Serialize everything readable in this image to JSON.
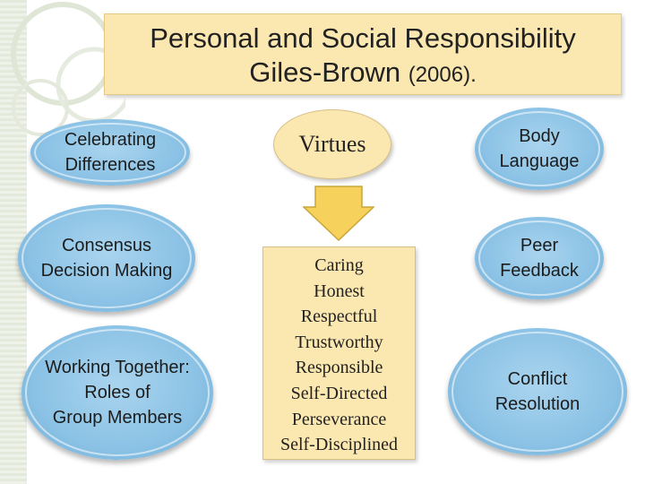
{
  "title": {
    "line1": "Personal and Social Responsibility",
    "line2": "Giles-Brown",
    "year": "(2006)."
  },
  "left_items": [
    "Celebrating\nDifferences",
    "Consensus\nDecision Making",
    "Working Together:\nRoles of\nGroup Members"
  ],
  "center": {
    "heading": "Virtues",
    "virtues": [
      "Caring",
      "Honest",
      "Respectful",
      "Trustworthy",
      "Responsible",
      "Self-Directed",
      "Perseverance",
      "Self-Disciplined"
    ]
  },
  "right_items": [
    "Body\nLanguage",
    "Peer\nFeedback",
    "Conflict\nResolution"
  ],
  "colors": {
    "ellipse_blue": "#8bc2e5",
    "box_fill": "#fbe7b0",
    "arrow_fill": "#f6d25c"
  }
}
